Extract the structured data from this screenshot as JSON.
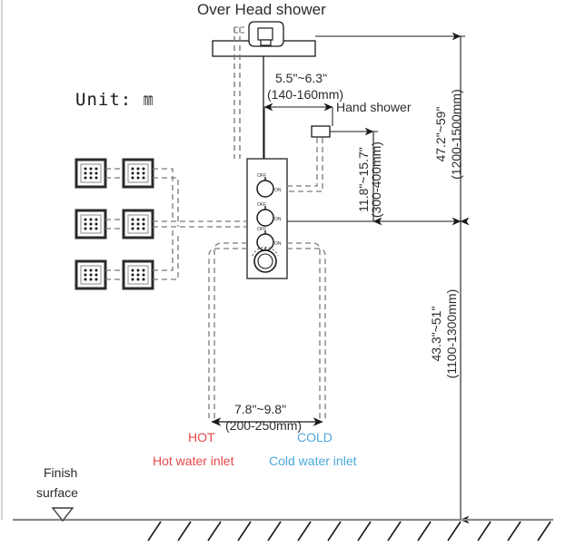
{
  "diagram": {
    "title_overhead": "Over Head shower",
    "unit_label": "Unit:",
    "unit_value": "mm",
    "hand_shower_label": "Hand shower",
    "finish_surface_line1": "Finish",
    "finish_surface_line2": "surface",
    "dims": {
      "overhead_offset_in": "5.5\"~6.3\"",
      "overhead_offset_mm": "(140-160mm)",
      "hand_shower_in": "11.8\"~15.7\"",
      "hand_shower_mm": "(300-400mm)",
      "panel_height_in": "47.2\"~59\"",
      "panel_height_mm": "(1200-1500mm)",
      "inlet_height_in": "43.3\"~51\"",
      "inlet_height_mm": "(1100-1300mm)",
      "inlet_spacing_in": "7.8\"~9.8\"",
      "inlet_spacing_mm": "(200-250mm)"
    },
    "inlets": {
      "hot_tag": "HOT",
      "hot_desc": "Hot water inlet",
      "cold_tag": "COLD",
      "cold_desc": "Cold water inlet",
      "hot_color": "#e8484a",
      "cold_color": "#4ba8dc"
    },
    "valve_panel": {
      "knobs": [
        {
          "off": "OFF",
          "on": "ON"
        },
        {
          "off": "OFF",
          "on": "ON"
        },
        {
          "off": "OFF",
          "on": "ON"
        }
      ],
      "thermostat_dial": "temperature-dial"
    },
    "body_jets_count": 6
  }
}
